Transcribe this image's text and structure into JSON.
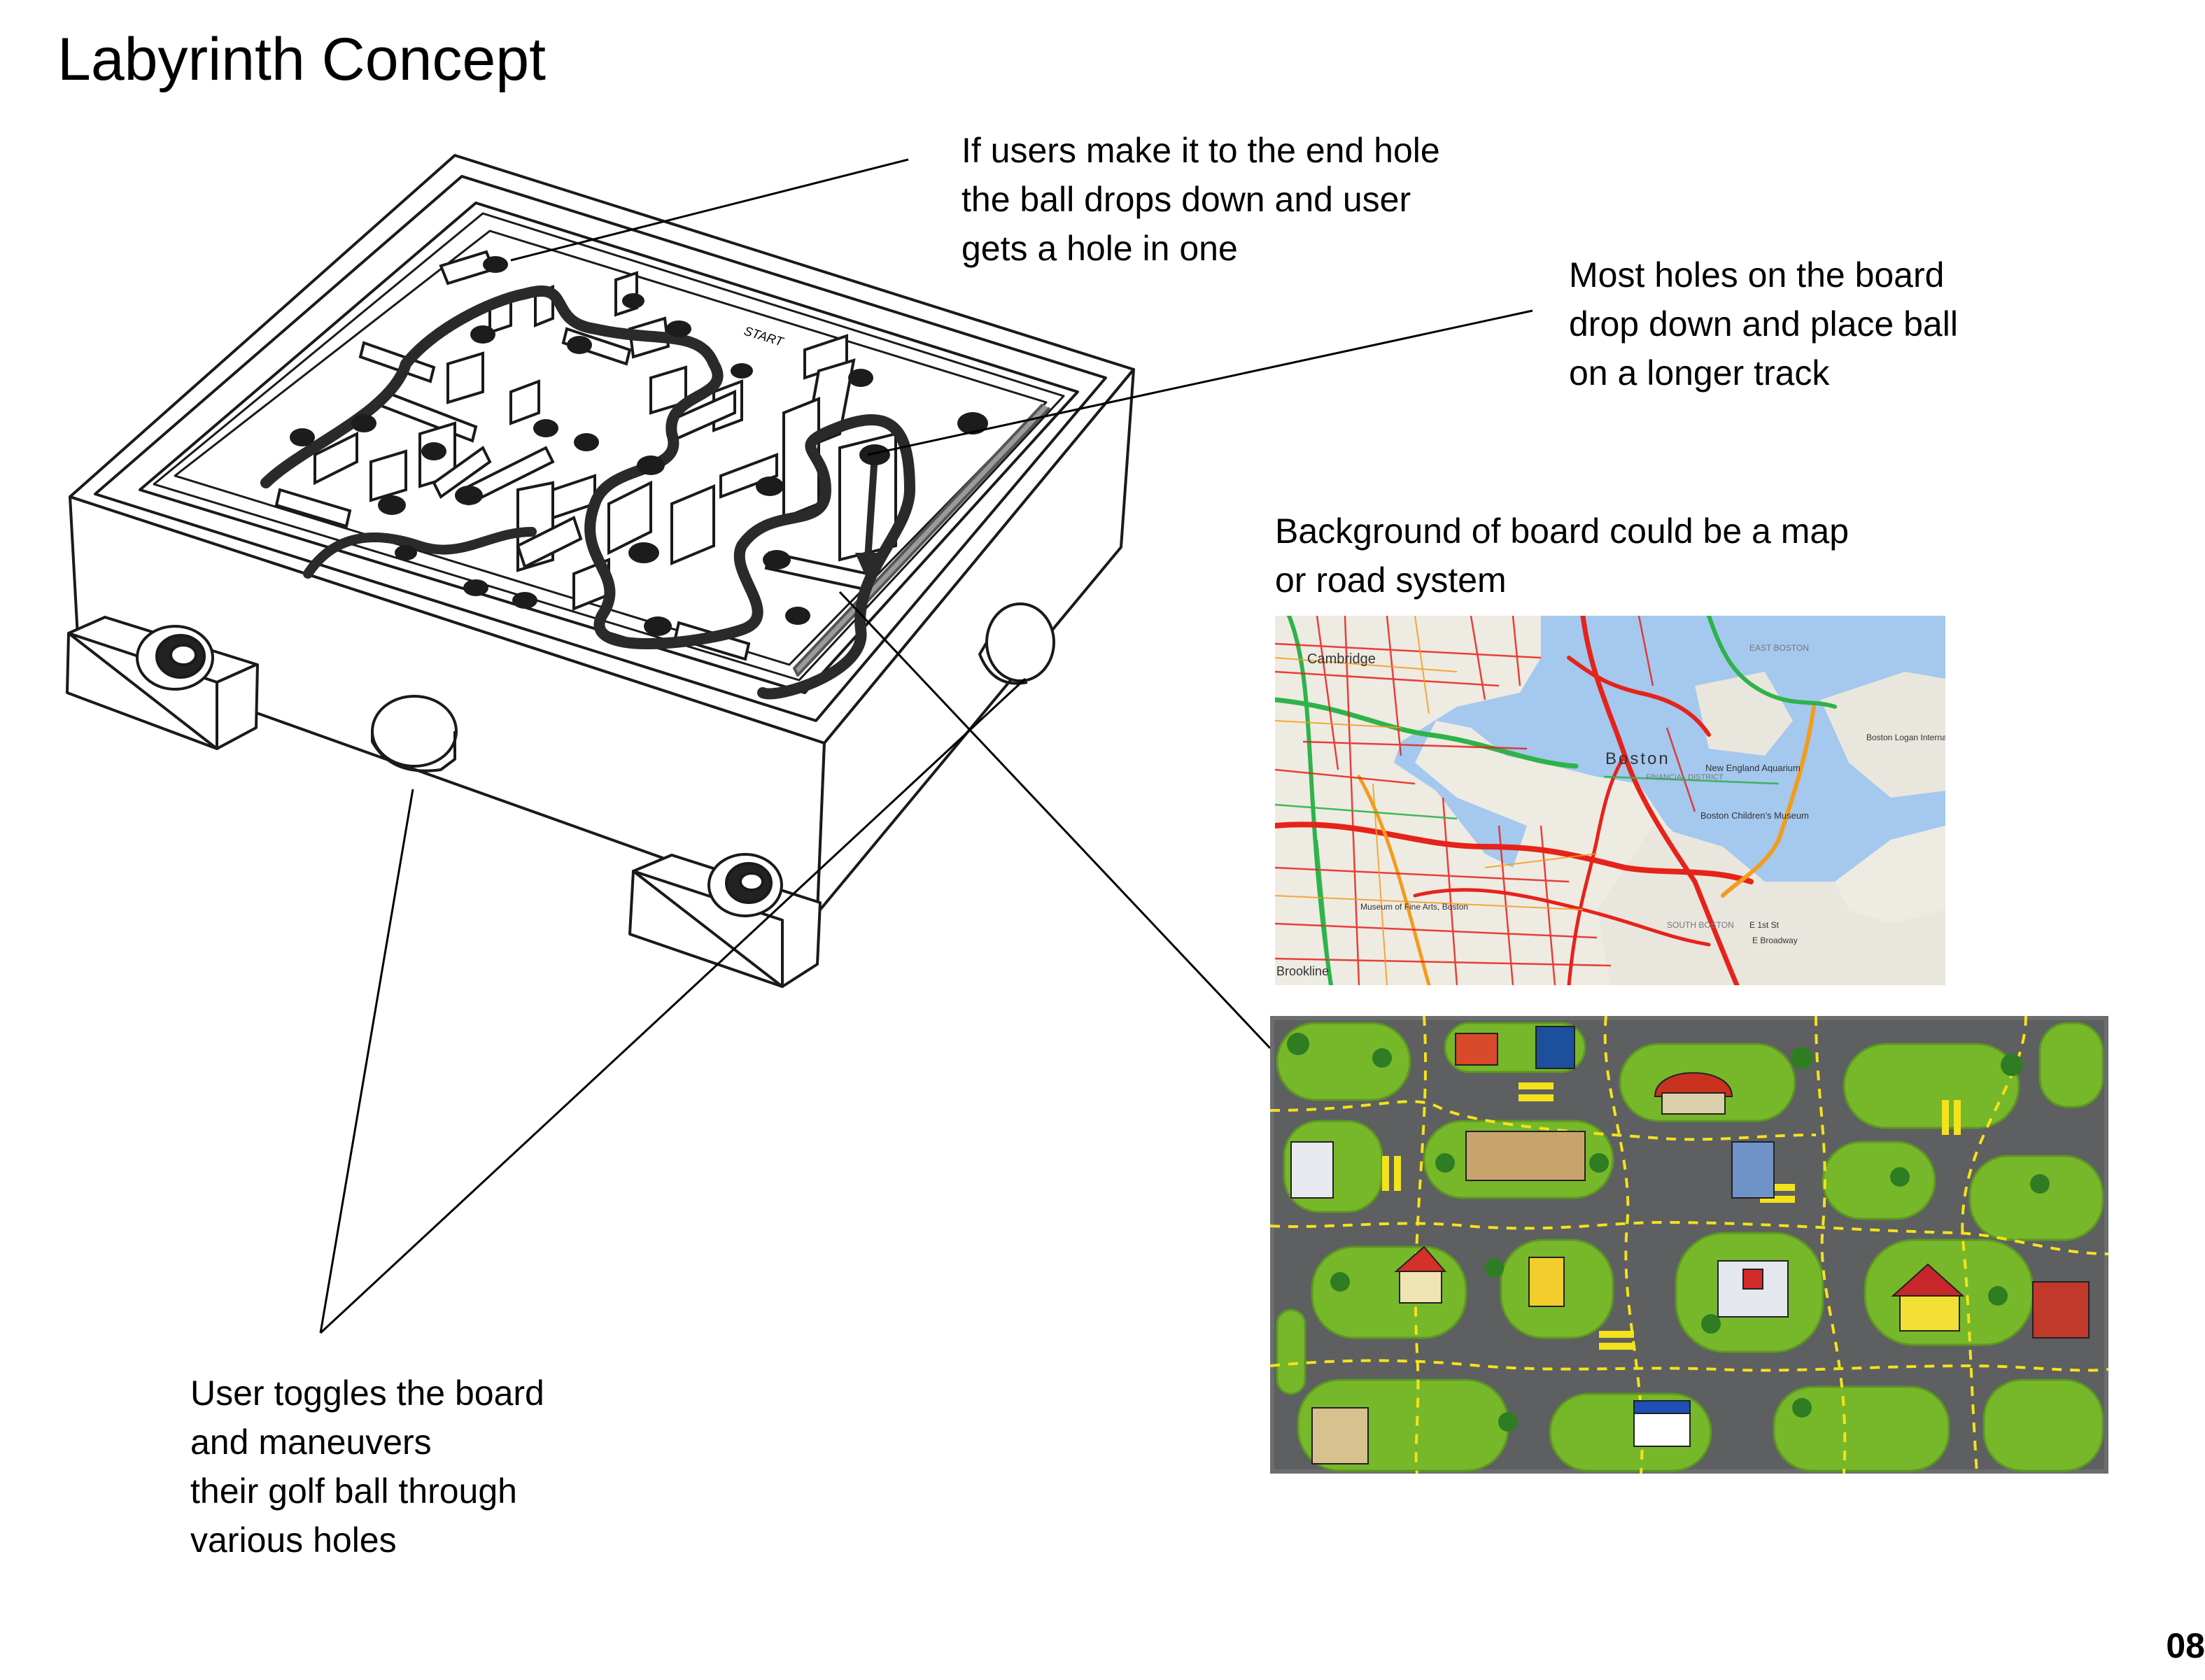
{
  "title": "Labyrinth Concept",
  "notes": {
    "end_hole": "If users make it to the end hole\nthe ball drops down and user\ngets a hole in one",
    "most_holes": "Most holes on the board\ndrop down and place ball\non a longer track",
    "background": "Background of board could be a map\nor road system",
    "toggle": "User toggles the board\nand maneuvers\ntheir golf ball through\nvarious holes"
  },
  "sketch": {
    "start_label": "START"
  },
  "map": {
    "labels": {
      "cambridge": "Cambridge",
      "boston": "Boston",
      "aquarium": "New England Aquarium",
      "childrens_museum": "Boston Children's Museum",
      "logan": "Boston Logan International Air",
      "south_boston": "SOUTH BOSTON",
      "broadway": "E Broadway",
      "brookline": "Brookline",
      "east_boston": "EAST BOSTON",
      "financial": "FINANCIAL DISTRICT",
      "mfa": "Museum of Fine Arts, Boston",
      "e1st": "E 1st St"
    },
    "colors": {
      "water": "#a4c8ee",
      "land": "#eeebe2",
      "heavy": "#e5231b",
      "medium": "#f39c1d",
      "free": "#2eb34b"
    }
  },
  "rug": {
    "colors": {
      "road": "#5d5f61",
      "grass": "#76b82a",
      "stripe": "#f4e21b",
      "border": "#6b6d6f"
    }
  },
  "page_number": "08"
}
